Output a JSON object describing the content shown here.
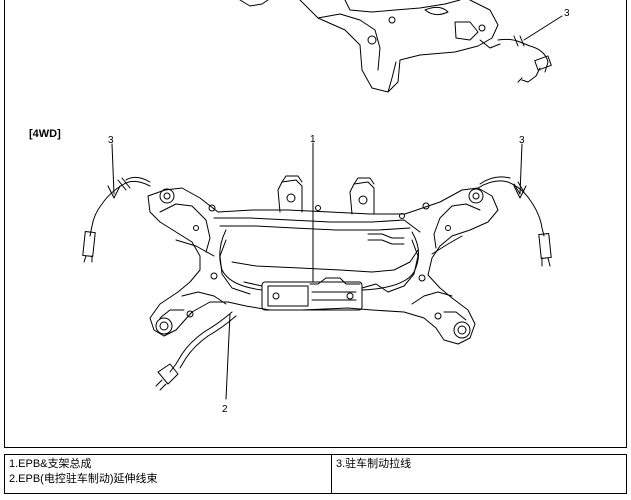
{
  "section_label": "[4WD]",
  "callouts": {
    "top_right": "3",
    "left_cable": "3",
    "center": "1",
    "right_cable": "3",
    "bottom": "2"
  },
  "legend": {
    "item1": "1.EPB&支架总成",
    "item2": "2.EPB(电控驻车制动)延伸线束",
    "item3": "3.驻车制动拉线"
  }
}
